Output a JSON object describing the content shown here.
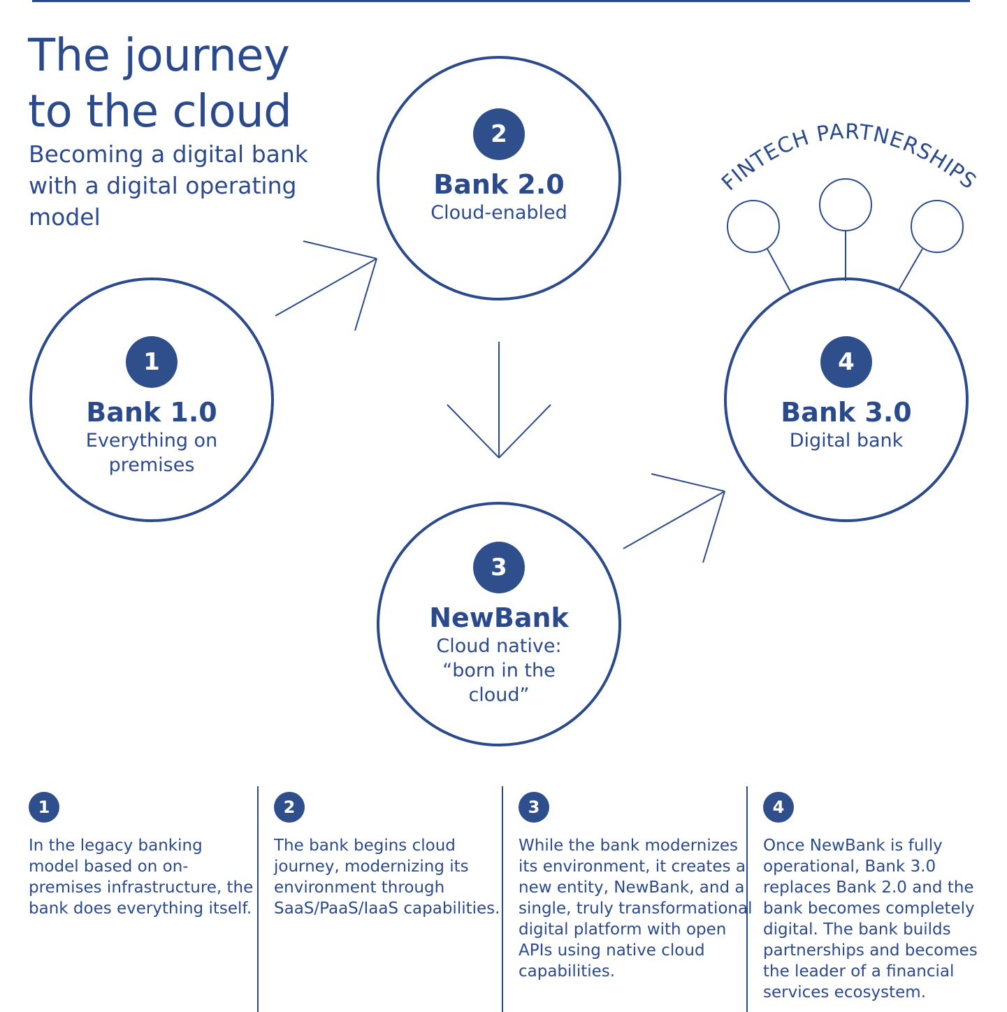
{
  "header": {
    "title_lines": [
      "The journey",
      "to the cloud"
    ],
    "subtitle_lines": [
      "Becoming a digital bank",
      "with a digital operating",
      "model"
    ]
  },
  "stages": [
    {
      "number": "1",
      "name": "Bank 1.0",
      "desc_lines": [
        "Everything on",
        "premises"
      ]
    },
    {
      "number": "2",
      "name": "Bank 2.0",
      "desc_lines": [
        "Cloud-enabled"
      ]
    },
    {
      "number": "3",
      "name": "NewBank",
      "desc_lines": [
        "Cloud native:",
        "“born in the",
        "cloud”"
      ]
    },
    {
      "number": "4",
      "name": "Bank 3.0",
      "desc_lines": [
        "Digital bank"
      ]
    }
  ],
  "fintech_label": "FINTECH PARTNERSHIPS",
  "steps": [
    {
      "number": "1",
      "lines": [
        "In the legacy banking",
        "model based on on-",
        "premises infrastructure, the",
        "bank does everything itself."
      ]
    },
    {
      "number": "2",
      "lines": [
        "The bank begins cloud",
        "journey, modernizing its",
        "environment through",
        "SaaS/PaaS/IaaS capabilities."
      ]
    },
    {
      "number": "3",
      "lines": [
        "While the bank modernizes",
        "its environment, it creates a",
        "new entity, NewBank, and a",
        "single, truly transformational",
        "digital platform with open",
        "APIs using native cloud",
        "capabilities."
      ]
    },
    {
      "number": "4",
      "lines": [
        "Once NewBank is fully",
        "operational, Bank 3.0",
        "replaces Bank 2.0 and the",
        "bank becomes completely",
        "digital. The bank builds",
        "partnerships and becomes",
        "the leader of a financial",
        "services ecosystem."
      ]
    }
  ],
  "colors": {
    "primary": "#2b4a8b",
    "badge": "#2f4f8c"
  }
}
